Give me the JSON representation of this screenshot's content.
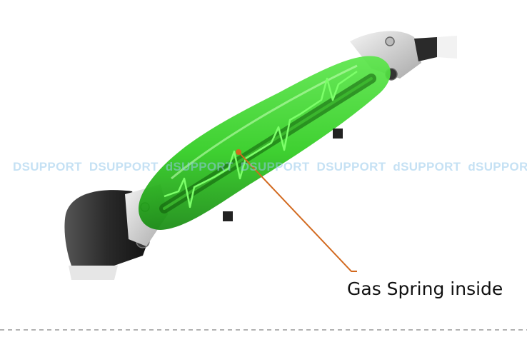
{
  "callout": {
    "label": "Gas Spring inside",
    "line_color": "#d2691e"
  },
  "watermark": {
    "segments": [
      "DSUPPORT",
      "DSUPPORT",
      "dSUPPORT",
      "DSUPPORT",
      "DSUPPORT",
      "dSUPPORT",
      "dSUPPORT"
    ]
  },
  "colors": {
    "housing_green": "#2ecc1f",
    "housing_dark_green": "#1a8c12",
    "waveform": "#7dff6a",
    "arm_dark": "#2a2a2a",
    "cap_silver": "#d8d8d8"
  }
}
